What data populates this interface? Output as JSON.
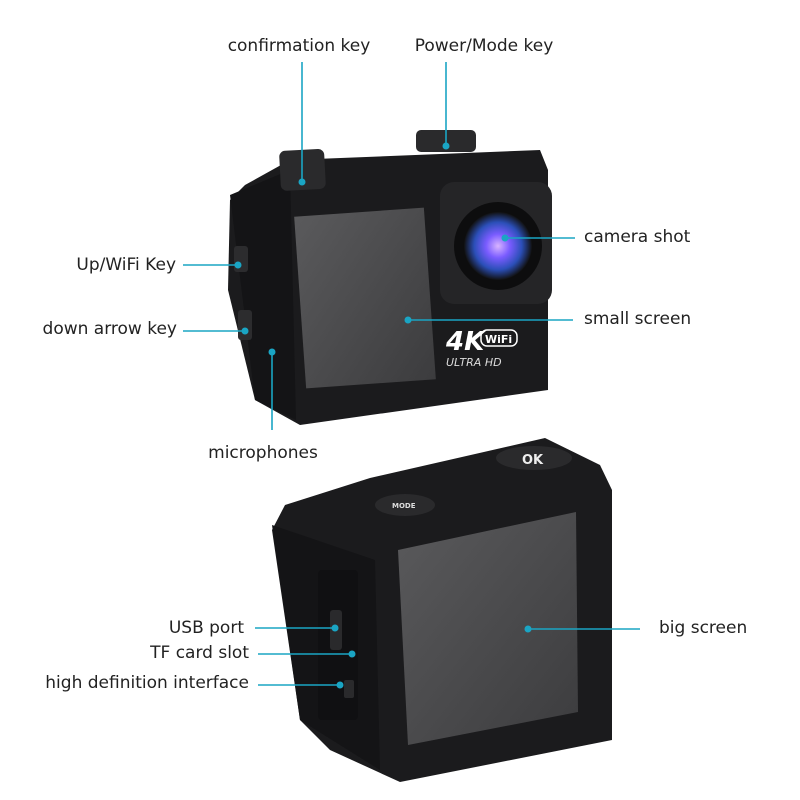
{
  "labels": {
    "confirmation_key": "confirmation key",
    "power_mode_key": "Power/Mode key",
    "up_wifi_key": "Up/WiFi Key",
    "down_arrow_key": "down arrow key",
    "microphones": "microphones",
    "camera_shot": "camera shot",
    "small_screen": "small screen",
    "big_screen": "big screen",
    "usb_port": "USB port",
    "tf_card_slot": "TF card slot",
    "hdmi": "high definition interface"
  },
  "device_markings": {
    "resolution": "4K",
    "ultra_hd": "ULTRA HD",
    "wifi": "WiFi",
    "ok_button": "OK",
    "mode_button": "MODE"
  },
  "colors": {
    "callout": "#1aa5c4",
    "body": "#1b1b1d",
    "screen": "#4a4a4c"
  }
}
